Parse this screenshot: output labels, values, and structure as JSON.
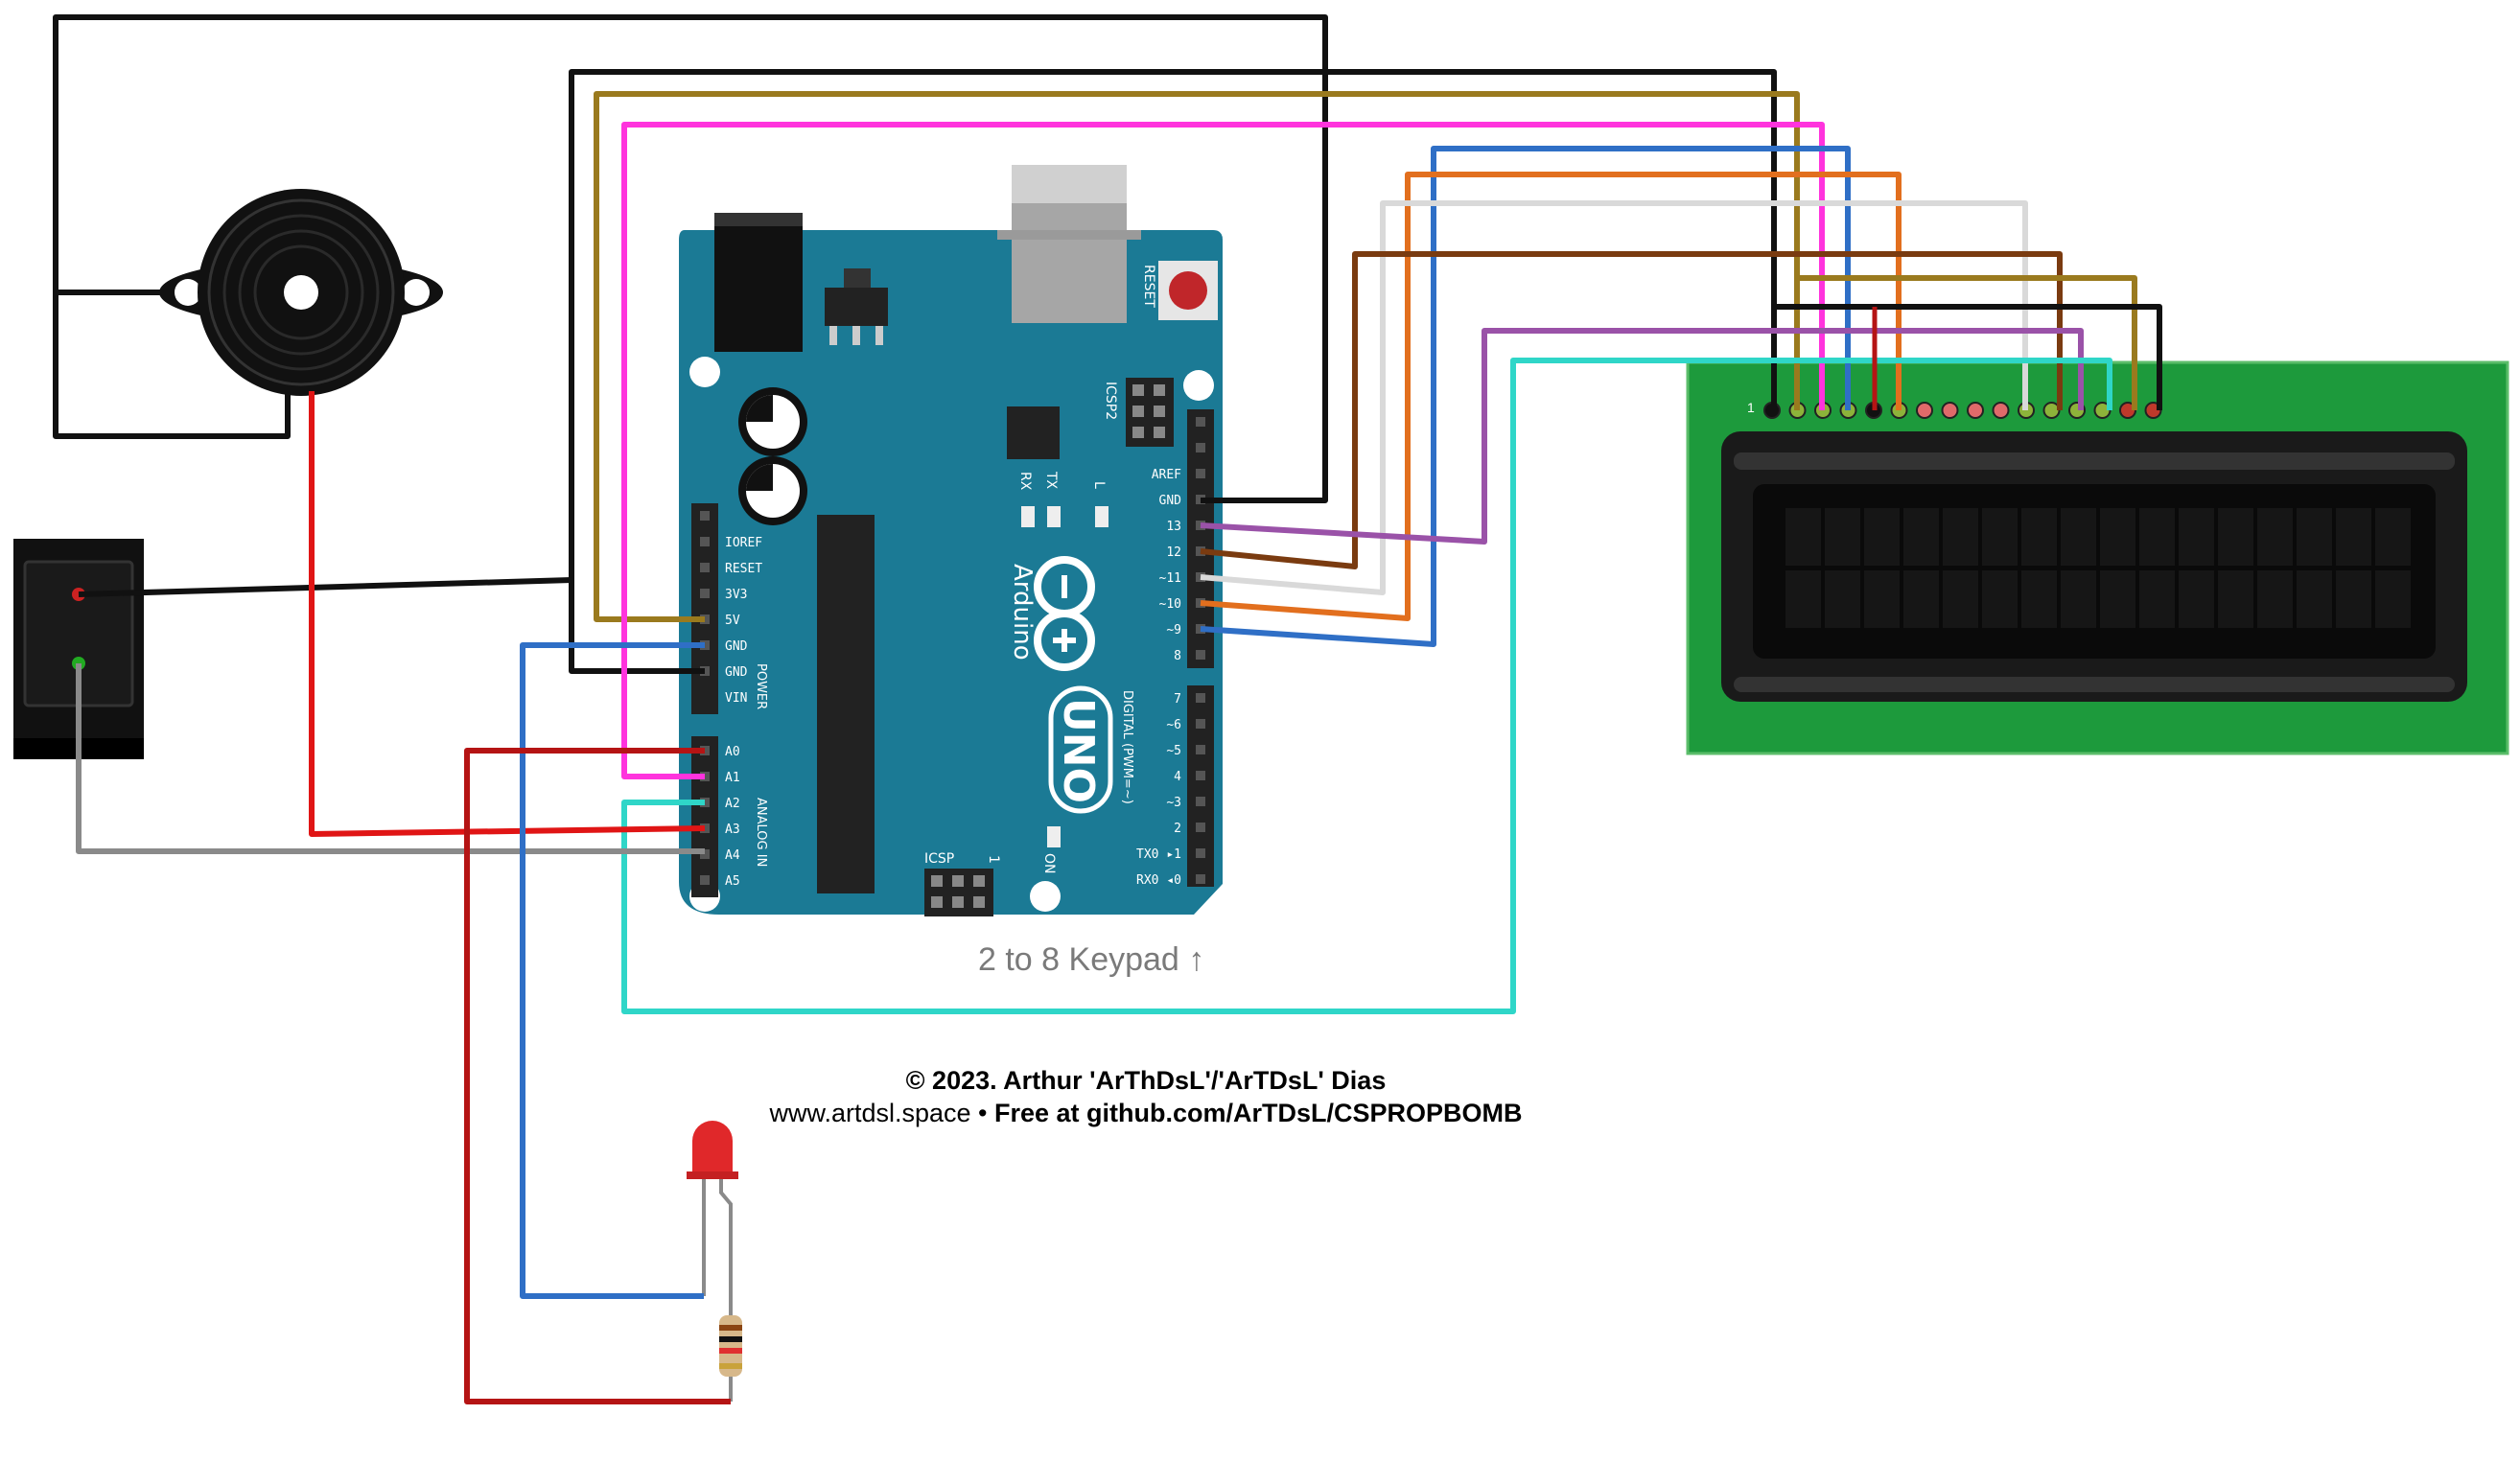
{
  "board": {
    "brand": "Arduino",
    "model": "UNO",
    "reset_label": "RESET",
    "icsp2_label": "ICSP2",
    "icsp_label": "ICSP",
    "icsp_one": "1",
    "on_label": "ON",
    "tx_label": "TX",
    "rx_label": "RX",
    "l_label": "L",
    "power_group": "POWER",
    "analog_group": "ANALOG IN",
    "digital_group": "DIGITAL (PWM=~)",
    "power_pins": [
      "IOREF",
      "RESET",
      "3V3",
      "5V",
      "GND",
      "GND",
      "VIN"
    ],
    "analog_pins": [
      "A0",
      "A1",
      "A2",
      "A3",
      "A4",
      "A5"
    ],
    "digital_top": [
      "AREF",
      "GND",
      "13",
      "12",
      "~11",
      "~10",
      "~9",
      "8"
    ],
    "digital_bottom": [
      "7",
      "~6",
      "~5",
      "4",
      "~3",
      "2",
      "TX0 ▸1",
      "RX0 ◂0"
    ]
  },
  "lcd": {
    "pin1_label": "1"
  },
  "caption": "2 to 8 Keypad ↑",
  "credit": {
    "line1": "© 2023. Arthur 'ArThDsL'/'ArTDsL' Dias",
    "line2_site": "www.artdsl.space • ",
    "line2_free": "Free at github.com/ArTDsL/CSPROPBOMB"
  },
  "colors": {
    "board": "#1b7a95",
    "lcd_pcb": "#1d9a3c",
    "wire_black": "#111111",
    "wire_gold": "#9a7a1e",
    "wire_magenta": "#ff33dd",
    "wire_blue": "#2f6fc6",
    "wire_orange": "#e26f1e",
    "wire_white": "#d9d9d9",
    "wire_brown": "#7a3b10",
    "wire_purple": "#9a52a8",
    "wire_cyan": "#2fd6c8",
    "wire_red": "#e01515",
    "wire_darkred": "#b51414",
    "wire_gray": "#8a8a8a"
  }
}
